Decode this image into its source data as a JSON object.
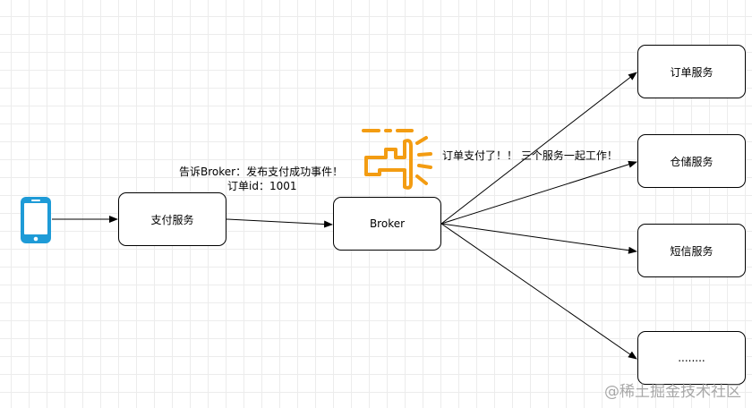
{
  "nodes": {
    "pay": "支付服务",
    "broker": "Broker",
    "order": "订单服务",
    "warehouse": "仓储服务",
    "sms": "短信服务",
    "more": "........"
  },
  "labels": {
    "pay_to_broker_line1": "告诉Broker：发布支付成功事件！",
    "pay_to_broker_line2": "订单id：1001",
    "broker_broadcast": "订单支付了！！ 三个服务一起工作！"
  },
  "icons": {
    "phone": "mobile-phone-icon",
    "broadcast": "megaphone-icon"
  },
  "colors": {
    "phone": "#1e9bd7",
    "megaphone": "#f39c12"
  },
  "watermark": "@稀土掘金技术社区"
}
